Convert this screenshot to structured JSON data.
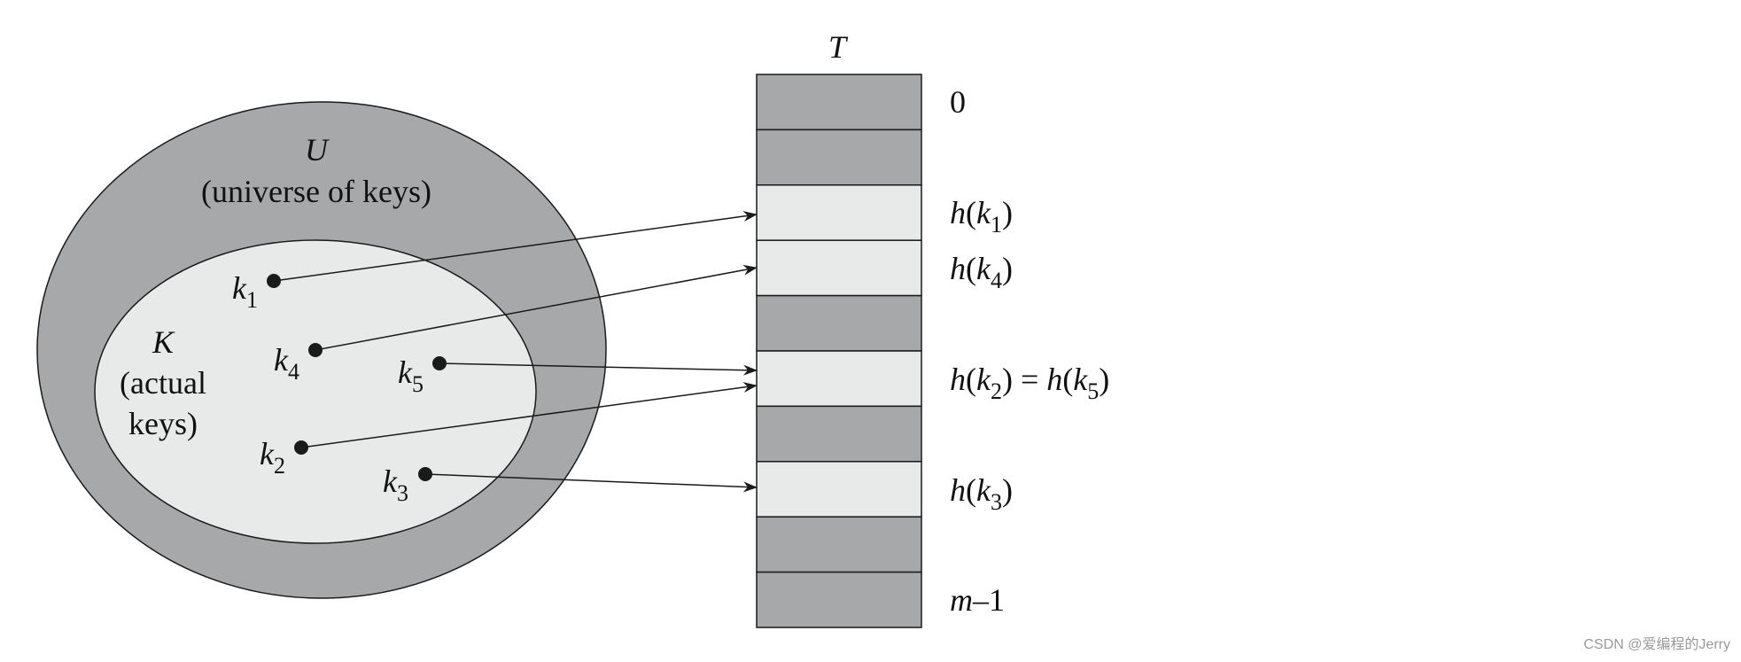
{
  "colors": {
    "dark": "#a7a8aa",
    "light": "#e8e9e9",
    "stroke": "#1a1a1a",
    "text": "#111111"
  },
  "universe": {
    "symbol": "U",
    "caption": "(universe of keys)"
  },
  "actual": {
    "symbol": "K",
    "caption_line1": "(actual",
    "caption_line2": "keys)"
  },
  "table": {
    "title": "T",
    "slots": [
      {
        "shade": "dark",
        "label": "0"
      },
      {
        "shade": "dark",
        "label": ""
      },
      {
        "shade": "light",
        "label": "h(k1)"
      },
      {
        "shade": "light",
        "label": "h(k4)"
      },
      {
        "shade": "dark",
        "label": ""
      },
      {
        "shade": "light",
        "label": "h(k2) = h(k5)"
      },
      {
        "shade": "dark",
        "label": ""
      },
      {
        "shade": "light",
        "label": "h(k3)"
      },
      {
        "shade": "dark",
        "label": ""
      },
      {
        "shade": "dark",
        "label": "m–1"
      }
    ]
  },
  "keys": [
    {
      "name": "k",
      "sub": "1",
      "slot": 2
    },
    {
      "name": "k",
      "sub": "4",
      "slot": 3
    },
    {
      "name": "k",
      "sub": "5",
      "slot": 5
    },
    {
      "name": "k",
      "sub": "2",
      "slot": 5
    },
    {
      "name": "k",
      "sub": "3",
      "slot": 7
    }
  ],
  "slot_labels": {
    "zero": "0",
    "mminus1": {
      "m": "m",
      "rest": "–1"
    },
    "hk1": {
      "h": "h",
      "k": "k",
      "sub": "1"
    },
    "hk4": {
      "h": "h",
      "k": "k",
      "sub": "4"
    },
    "hk25": {
      "h": "h",
      "k": "k",
      "sub1": "2",
      "eq": " = ",
      "sub2": "5"
    },
    "hk3": {
      "h": "h",
      "k": "k",
      "sub": "3"
    }
  },
  "watermark": "CSDN @爱编程的Jerry"
}
